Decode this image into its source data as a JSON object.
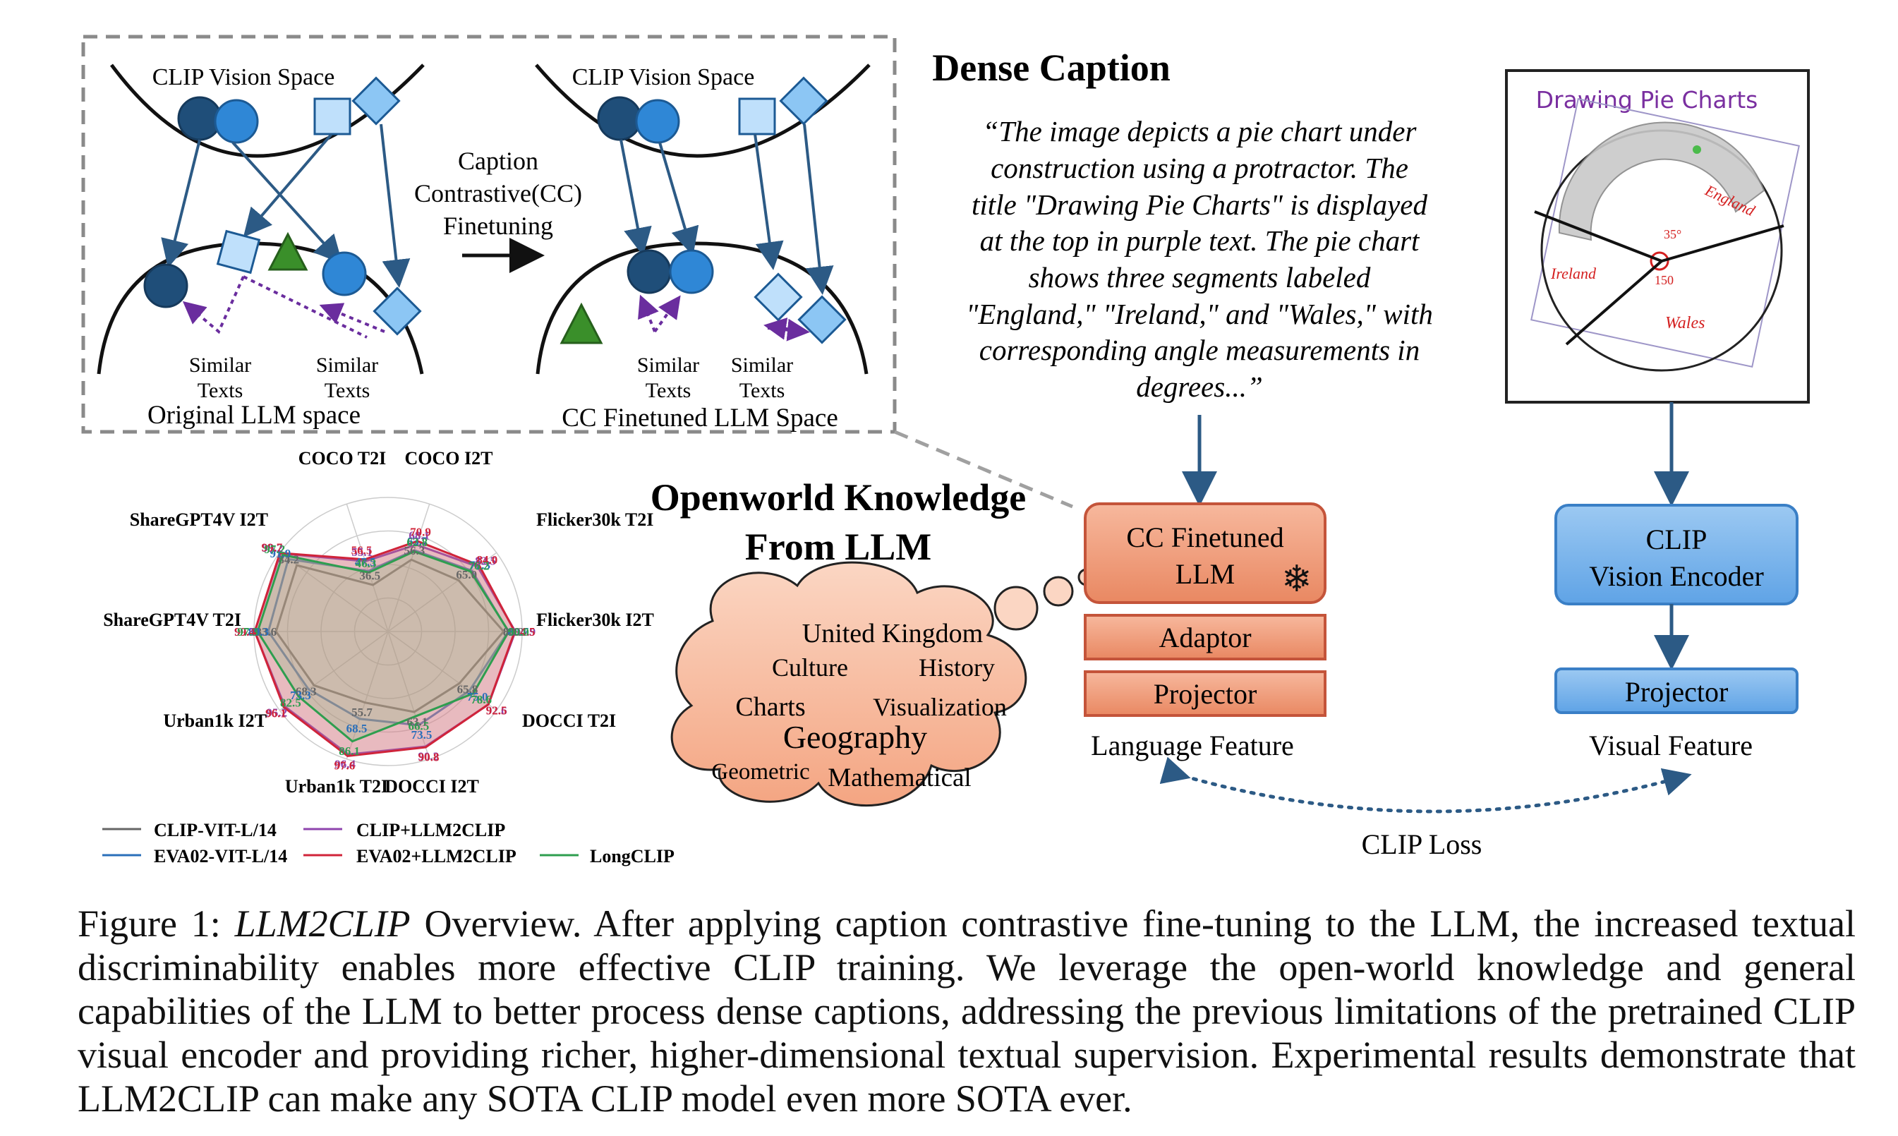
{
  "top_panel": {
    "left_vision_label": "CLIP Vision Space",
    "right_vision_label": "CLIP Vision Space",
    "arrow_lines": [
      "Caption",
      "Contrastive(CC)",
      "Finetuning"
    ],
    "similar_label_1a": "Similar",
    "similar_label_1b": "Texts",
    "similar_label_2a": "Similar",
    "similar_label_2b": "Texts",
    "similar_label_3a": "Similar",
    "similar_label_3b": "Texts",
    "similar_label_4a": "Similar",
    "similar_label_4b": "Texts",
    "left_space_label": "Original LLM space",
    "right_space_label": "CC Finetuned LLM Space"
  },
  "dense_caption": {
    "title": "Dense Caption",
    "lines": [
      "“The image depicts a pie chart under",
      "construction using a protractor. The",
      "title \"Drawing Pie Charts\" is displayed",
      "at the top in purple text. The pie chart",
      "shows three segments labeled",
      "\"England,\" \"Ireland,\" and \"Wales,\" with",
      "corresponding angle measurements in",
      "degrees...”"
    ]
  },
  "image_panel": {
    "title": "Drawing Pie Charts",
    "segments": [
      "England",
      "Ireland",
      "Wales"
    ],
    "angles": [
      "35°",
      "150"
    ],
    "title_color": "#7a2fa0",
    "label_color": "#d42020"
  },
  "openworld": {
    "title_line1": "Openworld Knowledge",
    "title_line2": "From LLM",
    "words": [
      "United Kingdom",
      "Culture",
      "History",
      "Charts",
      "Visualization",
      "Geography",
      "Geometric",
      "Mathematical"
    ]
  },
  "language_stack": {
    "llm_line1": "CC Finetuned",
    "llm_line2": "LLM",
    "adaptor": "Adaptor",
    "projector": "Projector",
    "feature_label": "Language Feature",
    "snowflake": "❄"
  },
  "vision_stack": {
    "encoder_line1": "CLIP",
    "encoder_line2": "Vision Encoder",
    "projector": "Projector",
    "feature_label": "Visual Feature"
  },
  "clip_loss": "CLIP Loss",
  "radar": {
    "axes": [
      {
        "label": "COCO T2I"
      },
      {
        "label": "COCO I2T"
      },
      {
        "label": "Flicker30k T2I"
      },
      {
        "label": "Flicker30k I2T"
      },
      {
        "label": "DOCCI T2I"
      },
      {
        "label": "DOCCI I2T"
      },
      {
        "label": "Urban1k T2I"
      },
      {
        "label": "Urban1k I2T"
      },
      {
        "label": "ShareGPT4V T2I"
      },
      {
        "label": "ShareGPT4V I2T"
      }
    ]
  },
  "chart_data": {
    "type": "radar",
    "categories": [
      "COCO T2I",
      "COCO I2T",
      "Flicker30k T2I",
      "Flicker30k I2T",
      "DOCCI T2I",
      "DOCCI I2T",
      "Urban1k T2I",
      "Urban1k I2T",
      "ShareGPT4V T2I",
      "ShareGPT4V I2T"
    ],
    "series": [
      {
        "name": "CLIP-VIT-L/14",
        "color": "#666666",
        "values": [
          36.5,
          56.3,
          65.0,
          86.2,
          65.8,
          63.1,
          55.7,
          68.3,
          83.6,
          84.2
        ]
      },
      {
        "name": "EVA02-VIT-L/14",
        "color": "#2a6fba",
        "values": [
          47.5,
          63.7,
          77.3,
          89.7,
          75.0,
          73.5,
          68.5,
          73.3,
          89.3,
          91.9
        ]
      },
      {
        "name": "CLIP+LLM2CLIP",
        "color": "#8e44ad",
        "values": [
          55.1,
          68.1,
          82.5,
          94.9,
          92.6,
          90.2,
          96.4,
          95.2,
          99.5,
          99.2
        ]
      },
      {
        "name": "EVA02+LLM2CLIP",
        "color": "#d0243a",
        "values": [
          56.5,
          70.9,
          84.0,
          94.5,
          92.5,
          90.8,
          97.6,
          96.1,
          99.4,
          99.7
        ]
      },
      {
        "name": "LongCLIP",
        "color": "#2e9e4f",
        "values": [
          46.3,
          62.8,
          76.2,
          90.0,
          78.6,
          66.5,
          86.1,
          82.5,
          97.3,
          97.2
        ]
      }
    ],
    "rmax": 100
  },
  "legend": [
    {
      "name": "CLIP-VIT-L/14",
      "color": "#666666"
    },
    {
      "name": "CLIP+LLM2CLIP",
      "color": "#8e44ad"
    },
    {
      "name": "EVA02-VIT-L/14",
      "color": "#2a6fba"
    },
    {
      "name": "EVA02+LLM2CLIP",
      "color": "#d0243a"
    },
    {
      "name": "LongCLIP",
      "color": "#2e9e4f"
    }
  ],
  "caption": {
    "prefix": "Figure 1: ",
    "model": "LLM2CLIP",
    "text": " Overview. After applying caption contrastive fine-tuning to the LLM, the increased textual discriminability enables more effective CLIP training. We leverage the open-world knowledge and general capabilities of the LLM to better process dense captions, addressing the previous limitations of the pretrained CLIP visual encoder and providing richer, higher-dimensional textual supervision. Experimental results demonstrate that LLM2CLIP can make any SOTA CLIP model even more SOTA ever."
  }
}
